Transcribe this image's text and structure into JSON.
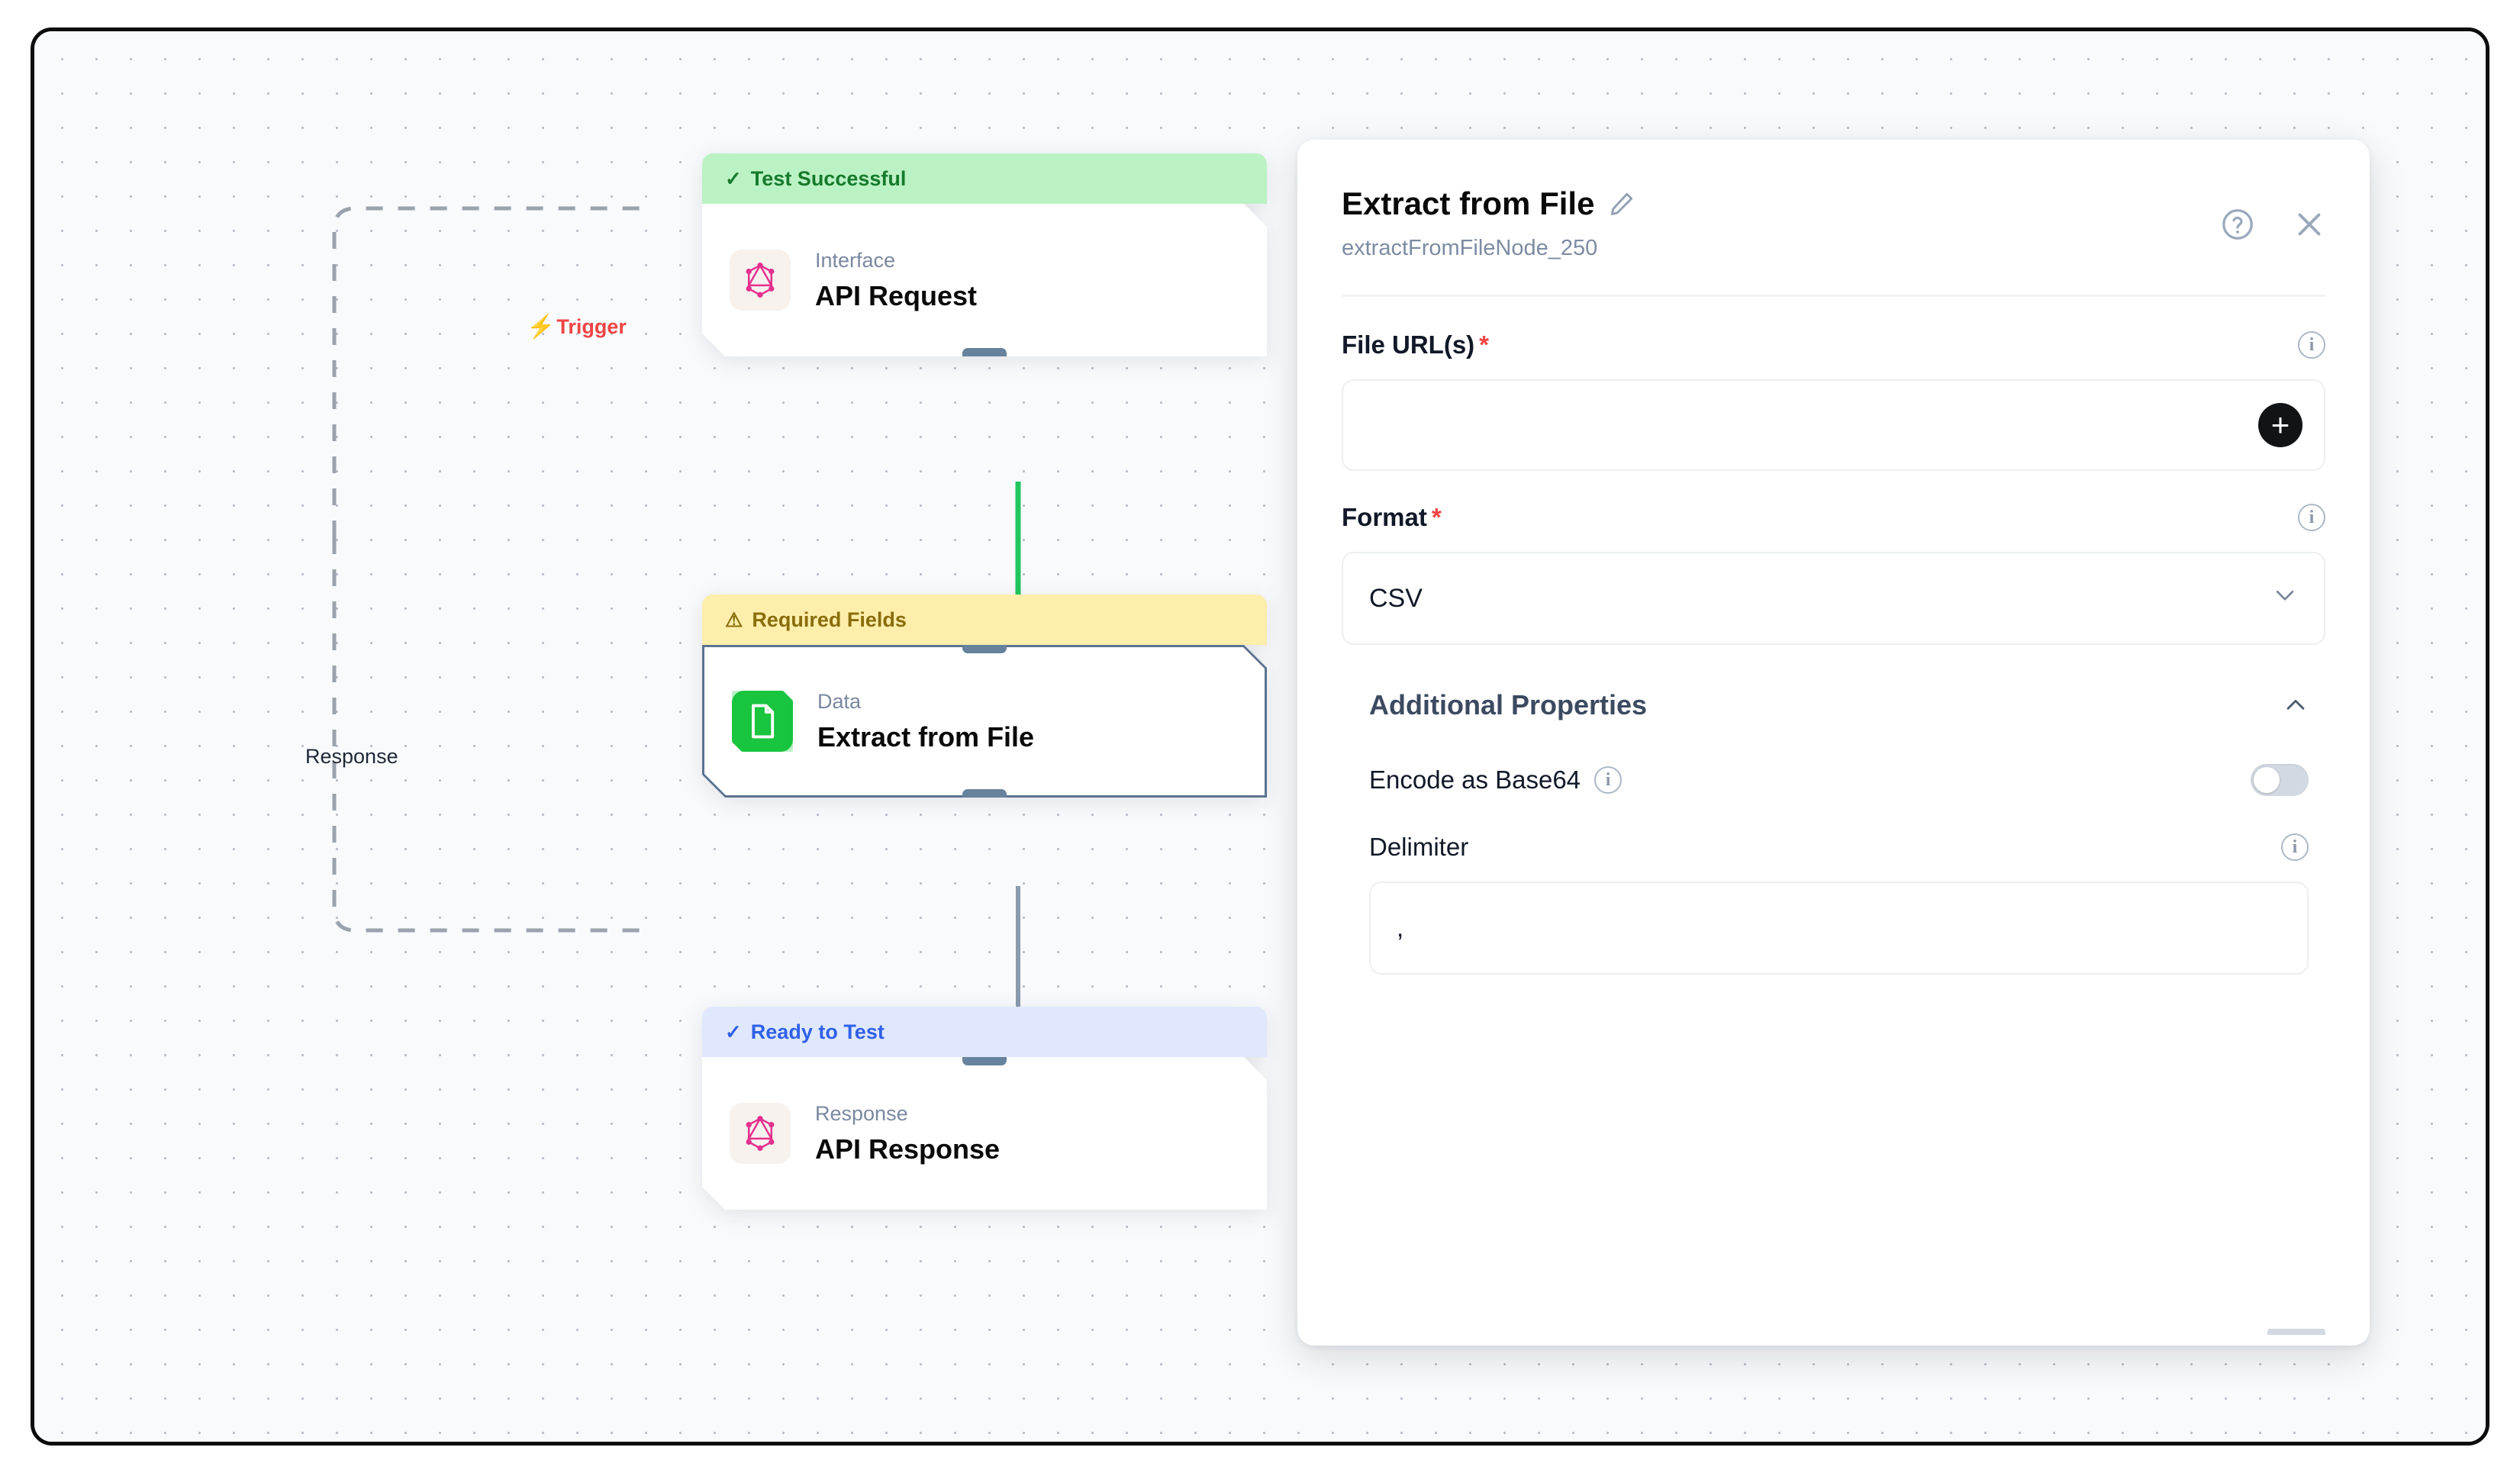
{
  "canvas": {
    "edge_labels": {
      "trigger": "Trigger",
      "trigger_icon": "lightning-bolt-icon",
      "response": "Response"
    },
    "nodes": [
      {
        "badge_text": "Test Successful",
        "badge_icon": "check-icon",
        "badge_state": "success",
        "kicker": "Interface",
        "title": "API Request",
        "icon": "graphql-icon"
      },
      {
        "badge_text": "Required Fields",
        "badge_icon": "warning-triangle-icon",
        "badge_state": "warning",
        "kicker": "Data",
        "title": "Extract from File",
        "icon": "file-document-icon",
        "selected": true
      },
      {
        "badge_text": "Ready to Test",
        "badge_icon": "check-icon",
        "badge_state": "info",
        "kicker": "Response",
        "title": "API Response",
        "icon": "graphql-icon"
      }
    ]
  },
  "panel": {
    "title": "Extract from File",
    "edit_icon": "pencil-icon",
    "subtitle": "extractFromFileNode_250",
    "help_icon": "help-circle-icon",
    "close_icon": "close-icon",
    "fields": {
      "file_urls": {
        "label": "File URL(s)",
        "required_marker": "*",
        "value": "",
        "placeholder": "",
        "info_icon": "info-icon",
        "add_button_icon": "plus-icon"
      },
      "format": {
        "label": "Format",
        "required_marker": "*",
        "value": "CSV",
        "info_icon": "info-icon",
        "chevron_icon": "chevron-down-icon",
        "options": [
          "CSV"
        ]
      }
    },
    "additional_properties": {
      "title": "Additional Properties",
      "collapse_icon": "chevron-up-icon",
      "expanded": true,
      "items": [
        {
          "label": "Encode as Base64",
          "info_icon": "info-icon",
          "type": "toggle",
          "value": "off"
        },
        {
          "label": "Delimiter",
          "info_icon": "info-icon",
          "type": "text",
          "value": ",",
          "placeholder": ""
        }
      ]
    }
  },
  "colors": {
    "accent_green": "#19c43f",
    "badge_success_bg": "#bbf2c4",
    "badge_success_fg": "#157a2c",
    "badge_warning_bg": "#fdeeab",
    "badge_warning_fg": "#8a6d0b",
    "badge_info_bg": "#e0e8fd",
    "badge_info_fg": "#2f61e8",
    "required_star": "#ef4444",
    "trigger_label": "#ef4444",
    "node_border_selected": "#5b7391",
    "handle": "#67829c",
    "edge_active": "#22c55e",
    "edge_idle": "#8a9bad",
    "canvas_bg": "#f8fafc"
  }
}
